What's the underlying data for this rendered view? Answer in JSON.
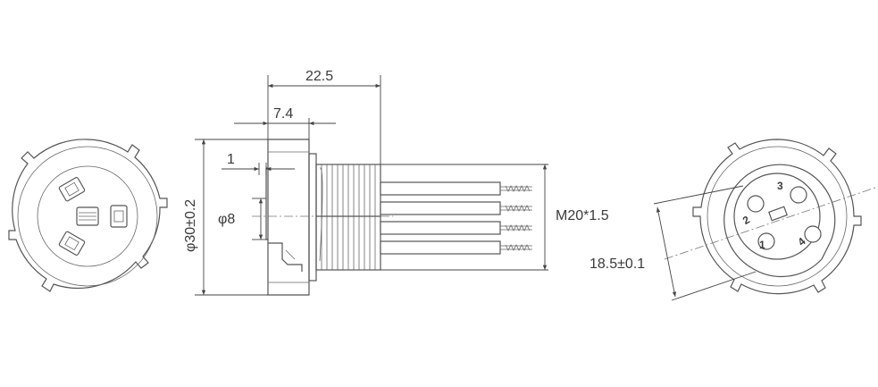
{
  "dimensions": {
    "overall_length": "22.5",
    "flange_width": "7.4",
    "step_width": "1",
    "outer_diameter": "φ30±0.2",
    "inner_diameter": "φ8",
    "thread": "M20*1.5",
    "across_flats": "18.5±0.1"
  },
  "pins": [
    "1",
    "2",
    "3",
    "4"
  ],
  "colors": {
    "line": "#555555",
    "text": "#3a3a3a",
    "background": "#ffffff"
  }
}
